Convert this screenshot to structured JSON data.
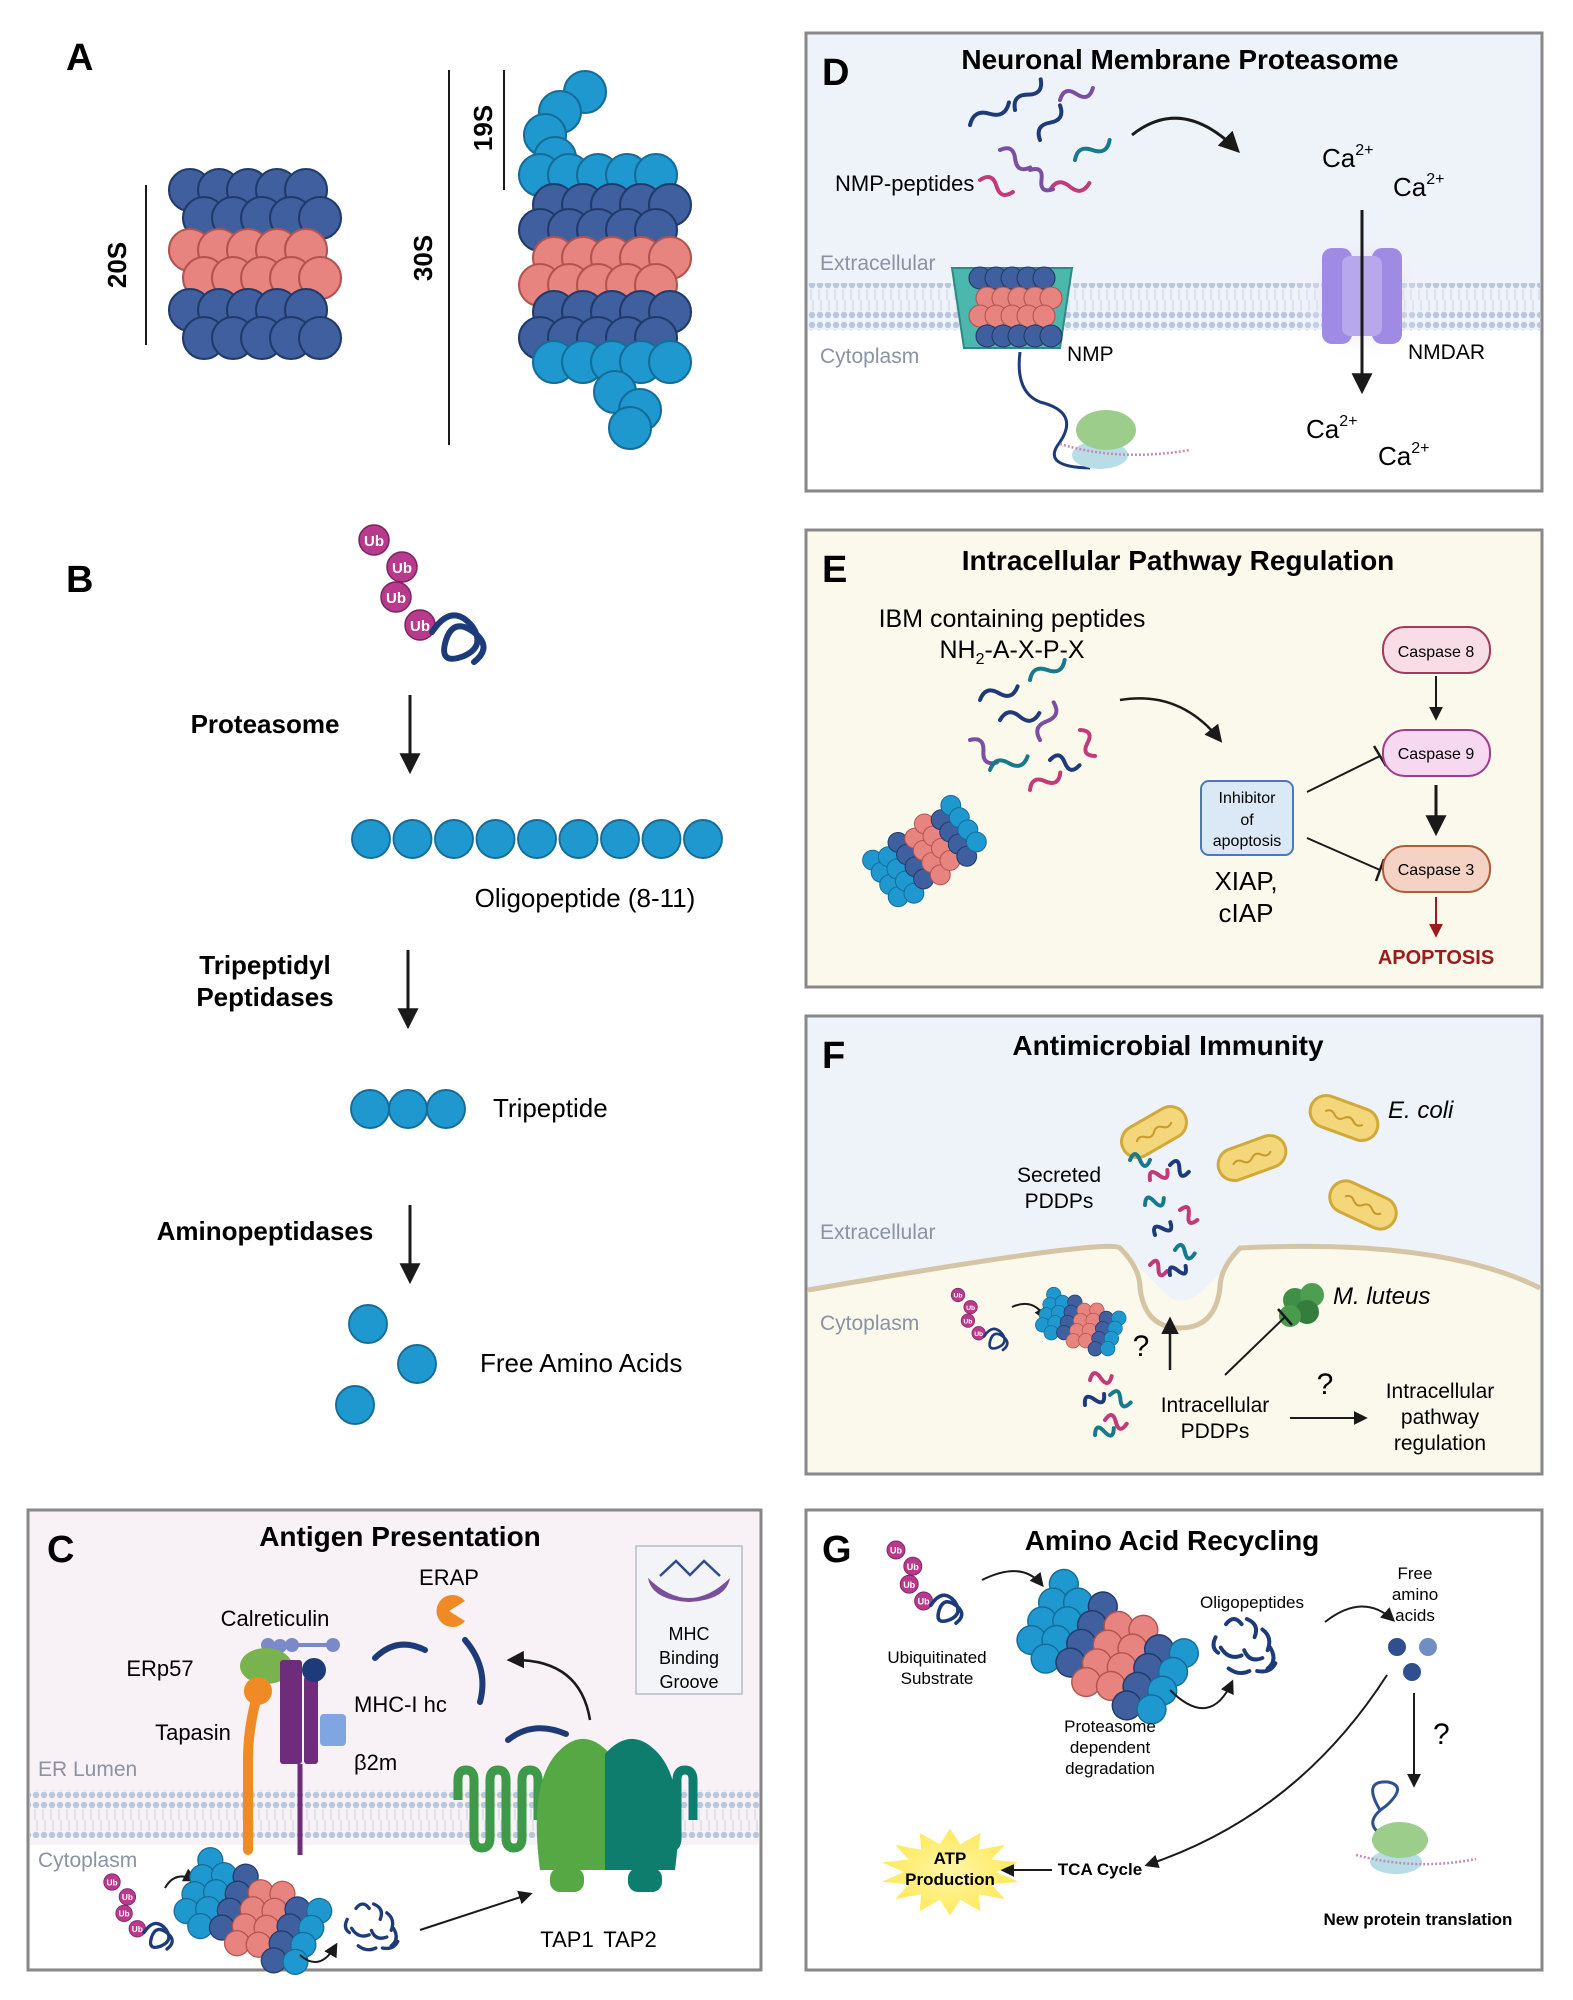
{
  "panel_a": {
    "letter": "A",
    "label_20s": "20S",
    "label_19s": "19S",
    "label_30s": "30S"
  },
  "panel_b": {
    "letter": "B",
    "ub_tags": [
      "Ub",
      "Ub",
      "Ub",
      "Ub"
    ],
    "step1": "Proteasome",
    "product1": "Oligopeptide (8-11)",
    "step2_line1": "Tripeptidyl",
    "step2_line2": "Peptidases",
    "product2": "Tripeptide",
    "step3": "Aminopeptidases",
    "product3": "Free Amino Acids"
  },
  "panel_c": {
    "letter": "C",
    "title": "Antigen Presentation",
    "erap": "ERAP",
    "calreticulin": "Calreticulin",
    "erp57": "ERp57",
    "mhc_hc": "MHC-I hc",
    "tapasin": "Tapasin",
    "b2m": "β2m",
    "er_lumen": "ER Lumen",
    "cytoplasm": "Cytoplasm",
    "tap1": "TAP1",
    "tap2": "TAP2",
    "inset_line1": "MHC",
    "inset_line2": "Binding",
    "inset_line3": "Groove",
    "ub_tags": [
      "Ub",
      "Ub",
      "Ub",
      "Ub"
    ]
  },
  "panel_d": {
    "letter": "D",
    "title": "Neuronal Membrane Proteasome",
    "nmp_peptides": "NMP-peptides",
    "extracellular": "Extracellular",
    "cytoplasm": "Cytoplasm",
    "nmp": "NMP",
    "nmdar": "NMDAR",
    "ca_base": "Ca",
    "ca_charge": "2+"
  },
  "panel_e": {
    "letter": "E",
    "title": "Intracellular Pathway Regulation",
    "peptides_line1": "IBM containing peptides",
    "motif_prefix": "NH",
    "motif_sub": "2",
    "motif_rest": "-A-X-P-X",
    "inhibitor_line1": "Inhibitor",
    "inhibitor_line2": "of",
    "inhibitor_line3": "apoptosis",
    "xiap": "XIAP,",
    "ciap": "cIAP",
    "caspase8": "Caspase 8",
    "caspase9": "Caspase 9",
    "caspase3": "Caspase 3",
    "apoptosis": "APOPTOSIS"
  },
  "panel_f": {
    "letter": "F",
    "title": "Antimicrobial Immunity",
    "ecoli": "E. coli",
    "secreted_line1": "Secreted",
    "secreted_line2": "PDDPs",
    "extracellular": "Extracellular",
    "cytoplasm": "Cytoplasm",
    "mluteus": "M. luteus",
    "question": "?",
    "intra_line1": "Intracellular",
    "intra_line2": "PDDPs",
    "reg_line1": "Intracellular",
    "reg_line2": "pathway",
    "reg_line3": "regulation"
  },
  "panel_g": {
    "letter": "G",
    "title": "Amino Acid Recycling",
    "ub_line1": "Ubiquitinated",
    "ub_line2": "Substrate",
    "deg_line1": "Proteasome",
    "deg_line2": "dependent",
    "deg_line3": "degradation",
    "oligopeptides": "Oligopeptides",
    "free_line1": "Free",
    "free_line2": "amino",
    "free_line3": "acids",
    "question": "?",
    "atp_line1": "ATP",
    "atp_line2": "Production",
    "tca": "TCA Cycle",
    "new_translation": "New protein translation",
    "ub_tags": [
      "Ub",
      "Ub",
      "Ub",
      "Ub"
    ]
  },
  "colors": {
    "proteasome_core_blue": "#3f5f9e",
    "proteasome_pink": "#e8847f",
    "proteasome_cap_cyan": "#1f98cf",
    "ubiquitin_magenta": "#b83a8c",
    "panel_border": "#888888",
    "bg_blue": "#eef2f9",
    "bg_cream": "#fbf8ec",
    "bg_pink": "#f8f1f5",
    "apoptosis_red": "#9e1b1b"
  }
}
